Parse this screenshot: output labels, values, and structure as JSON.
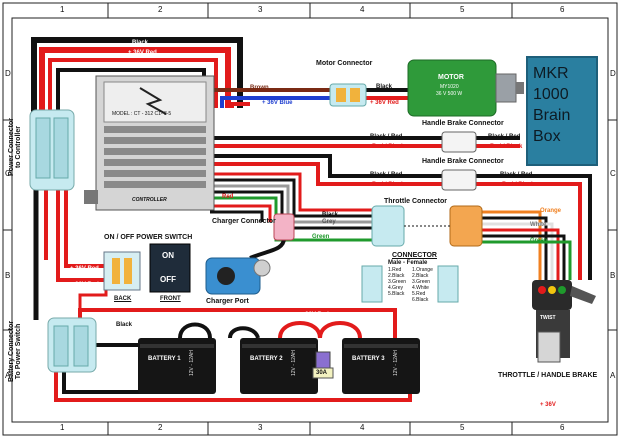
{
  "grid": {
    "columns": [
      "1",
      "2",
      "3",
      "4",
      "5",
      "6"
    ],
    "rows": [
      "D",
      "C",
      "B",
      "A"
    ]
  },
  "colors": {
    "red": "#e21b1b",
    "black": "#111111",
    "blue": "#1f3fd0",
    "brown": "#7a2a14",
    "green": "#1f9a2c",
    "orange": "#f08020",
    "grey": "#9a9a9a",
    "motor": "#2f9a3a",
    "brain_box": "#2a7fa0"
  },
  "labels": {
    "power_connector": "Power Connector\nto Controller",
    "battery_connector": "Battery Connector\nTo Power Switch",
    "motor_connector": "Motor Connector",
    "motor_title": "MOTOR",
    "motor_model": "MY1020",
    "motor_rating": "36 V 500 W",
    "handle_brake_1": "Handle Brake Connector",
    "handle_brake_2": "Handle Brake Connector",
    "throttle_connector": "Throttle Connector",
    "charger_connector": "Charger Connector",
    "charger_port": "Charger Port",
    "controller_model": "MODEL : CT - 312 C1- 3-5",
    "controller": "CONTROLLER",
    "switch_title": "ON / OFF POWER SWITCH",
    "switch_on": "ON",
    "switch_off": "OFF",
    "switch_back": "BACK",
    "switch_front": "FRONT",
    "battery_1": "BATTERY 1",
    "battery_2": "BATTERY 2",
    "battery_3": "BATTERY 3",
    "battery_rating": "12V - 12AH",
    "fuse": "30A",
    "throttle_brake": "THROTTLE / HANDLE BRAKE",
    "throttle_twist": "TWIST"
  },
  "connector_legend": {
    "title": "CONNECTOR",
    "subtitle": "Male  -  Female",
    "male": [
      "1.Red",
      "2.Black",
      "3.Green",
      "4.Grey",
      "5.Black"
    ],
    "female": [
      "1.Orange",
      "2.Black",
      "3.Green",
      "4.White",
      "5.Red",
      "6.Black"
    ]
  },
  "wire_labels": {
    "black": "Black",
    "red": "Red",
    "plus36_red": "+ 36V Red",
    "plus36_blue": "+ 36V Blue",
    "brown": "Brown",
    "black_red": "Black / Red",
    "red_black": "Red / Black",
    "grey": "Grey",
    "green": "Green",
    "white": "White",
    "orange": "Orange",
    "plus36": "+ 36V"
  },
  "brain_box": {
    "text_1": "MKR",
    "text_2": "1000",
    "text_3": "Brain",
    "text_4": "Box"
  }
}
